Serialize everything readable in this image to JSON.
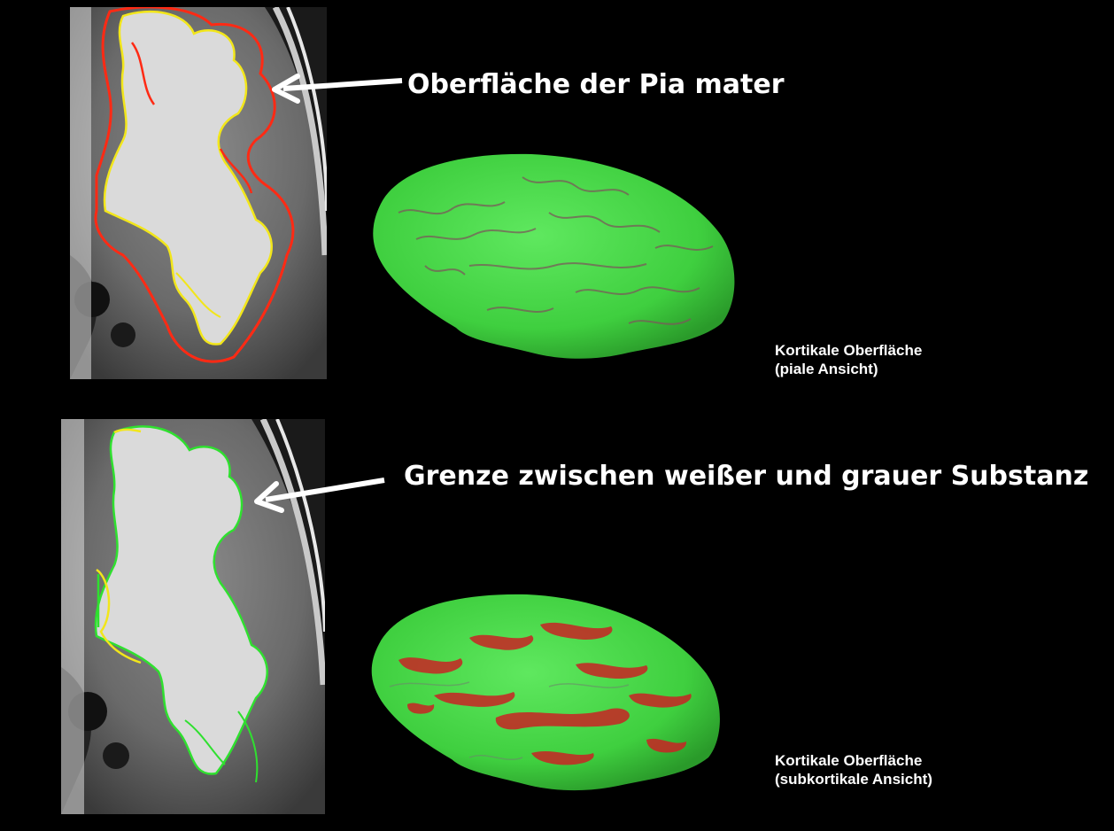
{
  "top": {
    "label": "Oberfläche der Pia mater",
    "caption_line1": "Kortikale Oberfläche",
    "caption_line2": "(piale Ansicht)",
    "outline_color": "#ff2a14",
    "inner_outline_color": "#f2e61a",
    "surface_color": "#3fcf3f"
  },
  "bottom": {
    "label": "Grenze zwischen weißer und grauer Substanz",
    "caption_line1": "Kortikale Oberfläche",
    "caption_line2": "(subkortikale Ansicht)",
    "outline_color": "#2fe02f",
    "inner_outline_color": "#f2e61a",
    "surface_color": "#3fcf3f",
    "sulci_color": "#d42222"
  },
  "colors": {
    "background": "#000000",
    "text": "#ffffff"
  }
}
